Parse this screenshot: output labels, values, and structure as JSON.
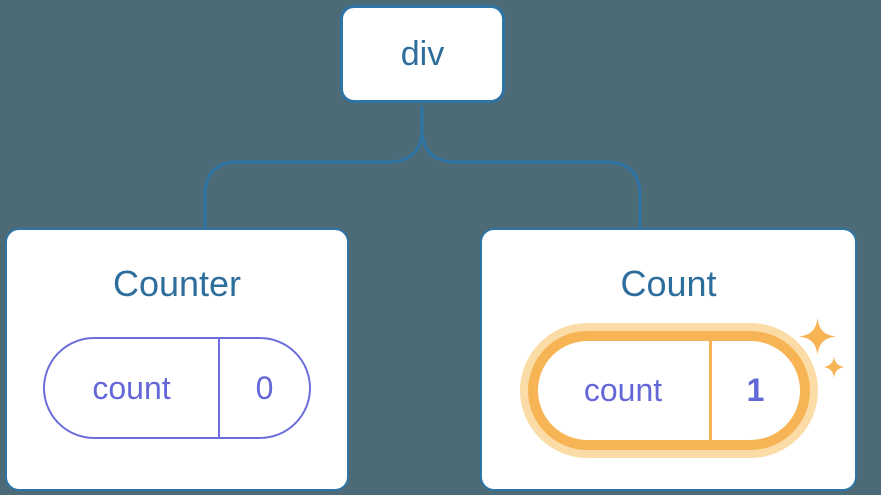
{
  "diagram": {
    "description": "Component tree diagram showing state update",
    "root_node": {
      "label": "div"
    },
    "nodes": [
      {
        "title": "Counter",
        "state_name": "count",
        "state_value": "0",
        "highlighted": false
      },
      {
        "title": "Count",
        "state_name": "count",
        "state_value": "1",
        "highlighted": true,
        "badge_icon": "sparkle-icon"
      }
    ]
  },
  "colors": {
    "background": "#4D6A77",
    "card_background": "#FFFFFF",
    "blue_border": "#2E74A4",
    "blue_text": "#2D6E9D",
    "purple_text": "#6467D8",
    "purple_border": "#6B6EDB",
    "orange": "#F6B455",
    "orange_glow": "#FBDCA7"
  }
}
